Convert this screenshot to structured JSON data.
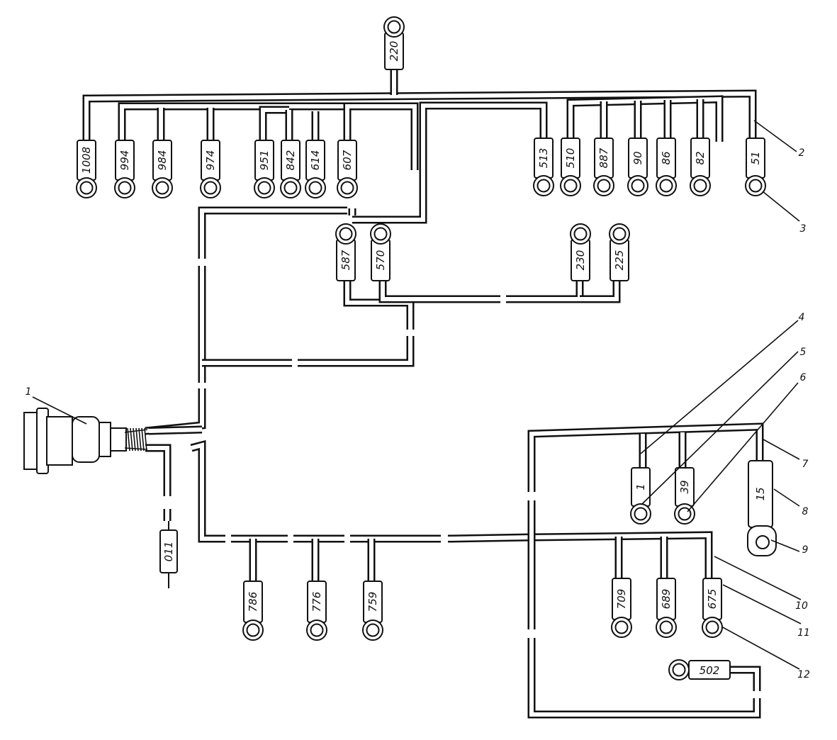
{
  "terminals": {
    "t220": "220",
    "t1008": "1008",
    "t994": "994",
    "t984": "984",
    "t974": "974",
    "t951": "951",
    "t842": "842",
    "t614": "614",
    "t607": "607",
    "t513": "513",
    "t510": "510",
    "t887": "887",
    "t90": "90",
    "t86": "86",
    "t82": "82",
    "t51": "51",
    "t587": "587",
    "t570": "570",
    "t230": "230",
    "t225": "225",
    "t1": "1",
    "t39": "39",
    "t15": "15",
    "t011": "011",
    "t786": "786",
    "t776": "776",
    "t759": "759",
    "t709": "709",
    "t689": "689",
    "t675": "675",
    "t502": "502"
  },
  "callouts": [
    "1",
    "2",
    "3",
    "4",
    "5",
    "6",
    "7",
    "8",
    "9",
    "10",
    "11",
    "12"
  ]
}
